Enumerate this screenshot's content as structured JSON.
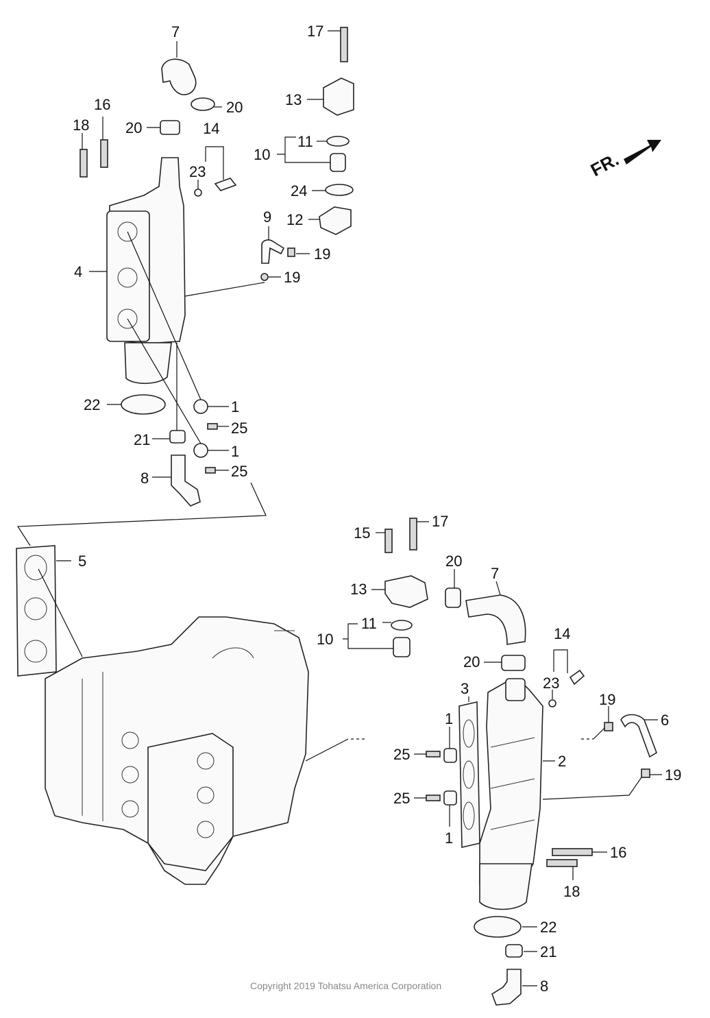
{
  "front_marker": {
    "label": "FR."
  },
  "copyright": "Copyright 2019 Tohatsu America Corporation",
  "callouts": {
    "top": [
      "7",
      "20",
      "20",
      "16",
      "18",
      "14",
      "23",
      "4",
      "17",
      "13",
      "11",
      "10",
      "24",
      "12",
      "9",
      "19",
      "19",
      "22",
      "1",
      "25",
      "21",
      "1",
      "25",
      "8"
    ],
    "middle": [
      "5"
    ],
    "bottom": [
      "15",
      "17",
      "20",
      "7",
      "13",
      "11",
      "10",
      "20",
      "14",
      "23",
      "3",
      "1",
      "25",
      "25",
      "1",
      "2",
      "19",
      "6",
      "19",
      "16",
      "18",
      "22",
      "21",
      "8"
    ]
  }
}
